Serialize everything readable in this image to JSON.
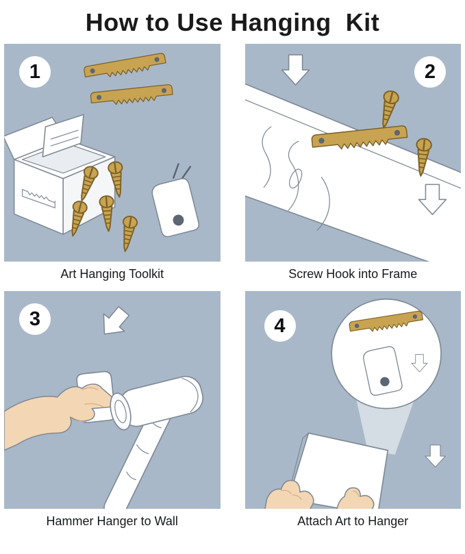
{
  "title": "How to Use Hanging  Kit",
  "panels": [
    {
      "number": "1",
      "caption": "Art Hanging Toolkit"
    },
    {
      "number": "2",
      "caption": "Screw Hook into Frame"
    },
    {
      "number": "3",
      "caption": "Hammer Hanger to Wall"
    },
    {
      "number": "4",
      "caption": "Attach Art to Hanger"
    }
  ],
  "colors": {
    "panel_bg": "#a9b8c8",
    "gold": "#c8a452",
    "gold_dark": "#7c6228",
    "line": "#7f8a96",
    "skin": "#f3d6b3"
  }
}
